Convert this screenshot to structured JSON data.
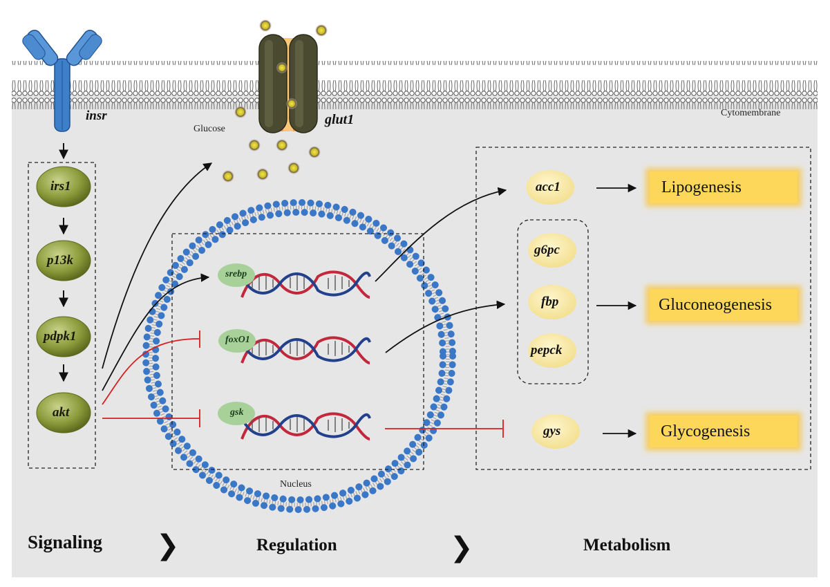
{
  "colors": {
    "cell_bg": "#e6e6e6",
    "membrane": "#6a6a6a",
    "receptor_blue": "#3d7fc8",
    "green_node": "#8a9a3a",
    "yellow_node": "#f7e7a4",
    "process_box": "#fcd75a",
    "nucleus_bead": "#3a78c7",
    "activation": "#111111",
    "inhibition": "#d81e1e",
    "dna_red": "#c2283c",
    "dna_blue": "#22408c",
    "tf_green": "#a8d19a",
    "glucose": "#e0d43a"
  },
  "labels": {
    "insr": "insr",
    "glut1": "glut1",
    "glucose": "Glucose",
    "cytomembrane": "Cytomembrane",
    "nucleus": "Nucleus"
  },
  "signaling": [
    "irs1",
    "p13k",
    "pdpk1",
    "akt"
  ],
  "transcription_factors": [
    "srebp",
    "foxO1",
    "gsk"
  ],
  "metabolic_genes": {
    "acc1": "acc1",
    "gluconeo": [
      "g6pc",
      "fbp",
      "pepck"
    ],
    "gys": "gys"
  },
  "processes": {
    "lipogenesis": "Lipogenesis",
    "gluconeogenesis": "Gluconeogenesis",
    "glycogenesis": "Glycogenesis"
  },
  "stages": {
    "signaling": "Signaling",
    "regulation": "Regulation",
    "metabolism": "Metabolism",
    "chevron": "❯"
  }
}
